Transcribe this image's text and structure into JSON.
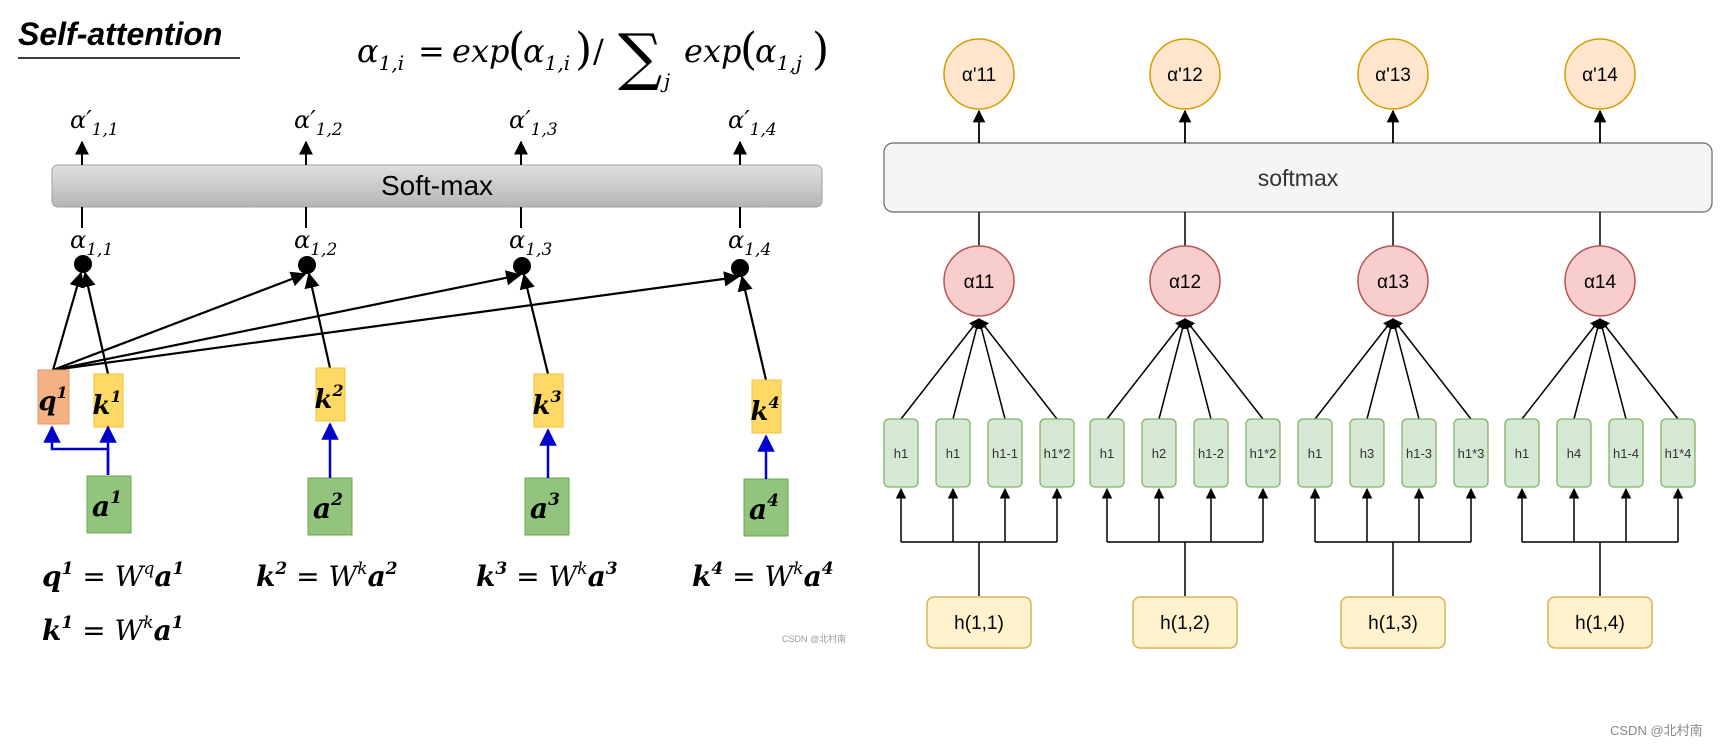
{
  "left": {
    "title": "Self-attention",
    "formula": {
      "lhs_base": "α",
      "lhs_sub": "1,i",
      "eq": "=",
      "exp_fn": "exp",
      "arg1_base": "α",
      "arg1_sub": "1,i",
      "slash": "/",
      "sum": "∑",
      "sum_sub": "j",
      "arg2_base": "α",
      "arg2_sub": "1,j"
    },
    "softmax_label": "Soft-max",
    "alpha_prime": [
      {
        "base": "α′",
        "sub": "1,1"
      },
      {
        "base": "α′",
        "sub": "1,2"
      },
      {
        "base": "α′",
        "sub": "1,3"
      },
      {
        "base": "α′",
        "sub": "1,4"
      }
    ],
    "alpha": [
      {
        "base": "α",
        "sub": "1,1"
      },
      {
        "base": "α",
        "sub": "1,2"
      },
      {
        "base": "α",
        "sub": "1,3"
      },
      {
        "base": "α",
        "sub": "1,4"
      }
    ],
    "query": {
      "base": "q",
      "sup": "1"
    },
    "keys": [
      {
        "base": "k",
        "sup": "1"
      },
      {
        "base": "k",
        "sup": "2"
      },
      {
        "base": "k",
        "sup": "3"
      },
      {
        "base": "k",
        "sup": "4"
      }
    ],
    "inputs": [
      {
        "base": "a",
        "sup": "1"
      },
      {
        "base": "a",
        "sup": "2"
      },
      {
        "base": "a",
        "sup": "3"
      },
      {
        "base": "a",
        "sup": "4"
      }
    ],
    "equations": [
      {
        "lhs": "q",
        "lhs_sup": "1",
        "w_sup": "q",
        "rhs": "a",
        "rhs_sup": "1"
      },
      {
        "lhs": "k",
        "lhs_sup": "2",
        "w_sup": "k",
        "rhs": "a",
        "rhs_sup": "2"
      },
      {
        "lhs": "k",
        "lhs_sup": "3",
        "w_sup": "k",
        "rhs": "a",
        "rhs_sup": "3"
      },
      {
        "lhs": "k",
        "lhs_sup": "4",
        "w_sup": "k",
        "rhs": "a",
        "rhs_sup": "4"
      },
      {
        "lhs": "k",
        "lhs_sup": "1",
        "w_sup": "k",
        "rhs": "a",
        "rhs_sup": "1"
      }
    ],
    "equation_w": "W",
    "watermark": "CSDN @北村南"
  },
  "right": {
    "softmax_label": "softmax",
    "outputs": [
      "α'11",
      "α'12",
      "α'13",
      "α'14"
    ],
    "scores": [
      "α11",
      "α12",
      "α13",
      "α14"
    ],
    "groups": [
      {
        "input": "h(1,1)",
        "terms": [
          "h1",
          "h1",
          "h1-1",
          "h1*2"
        ]
      },
      {
        "input": "h(1,2)",
        "terms": [
          "h1",
          "h2",
          "h1-2",
          "h1*2"
        ]
      },
      {
        "input": "h(1,3)",
        "terms": [
          "h1",
          "h3",
          "h1-3",
          "h1*3"
        ]
      },
      {
        "input": "h(1,4)",
        "terms": [
          "h1",
          "h4",
          "h1-4",
          "h1*4"
        ]
      }
    ],
    "watermark": "CSDN @北村南"
  },
  "colors": {
    "query_fill": "#f4b183",
    "key_fill": "#ffd966",
    "input_fill": "#93c47d",
    "softmax_bar": "#c8c8c8",
    "out_circle_fill": "#ffe6cc",
    "out_circle_stroke": "#d79b00",
    "score_circle_fill": "#f8cecc",
    "score_circle_stroke": "#b85450",
    "term_fill": "#d5e8d4",
    "term_stroke": "#82b366",
    "hin_fill": "#fff2cc",
    "hin_stroke": "#d6b656",
    "blue_arrow": "#0000cc"
  }
}
